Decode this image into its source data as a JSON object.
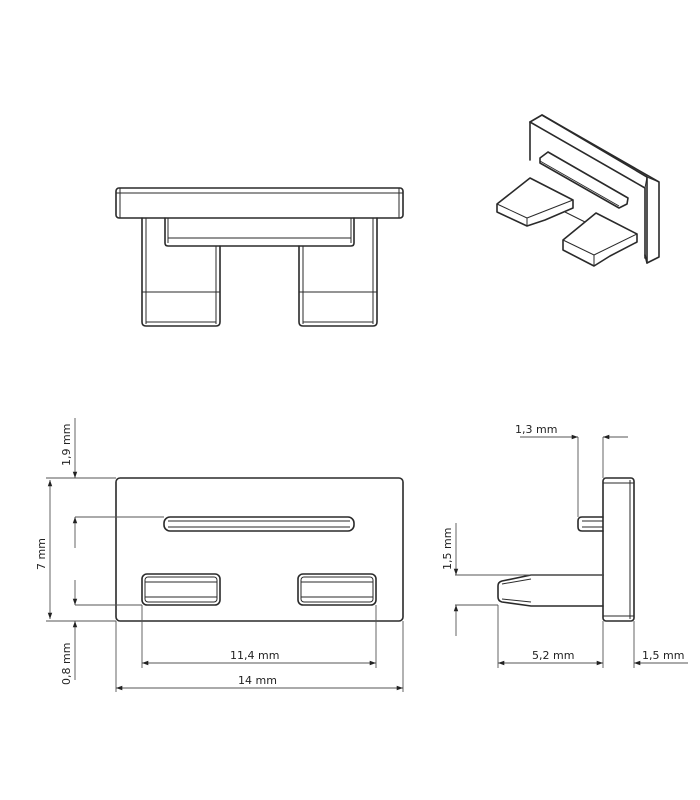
{
  "diagram": {
    "subject": "end cap for profile",
    "views": {
      "front_elevation": {
        "label": "front view"
      },
      "isometric": {
        "label": "isometric view"
      },
      "top_view": {
        "label": "top view"
      },
      "side_view": {
        "label": "side view"
      }
    },
    "dimensions": {
      "top_view": {
        "d1": "1,9 mm",
        "d2": "7 mm",
        "d3": "0,8 mm",
        "d4": "11,4 mm",
        "d5": "14 mm"
      },
      "side_view": {
        "d1": "1,3 mm",
        "d2": "1,5 mm",
        "d3": "5,2 mm",
        "d4": "1,5 mm"
      }
    },
    "colors": {
      "line": "#2a2a2a",
      "background": "#ffffff"
    }
  }
}
